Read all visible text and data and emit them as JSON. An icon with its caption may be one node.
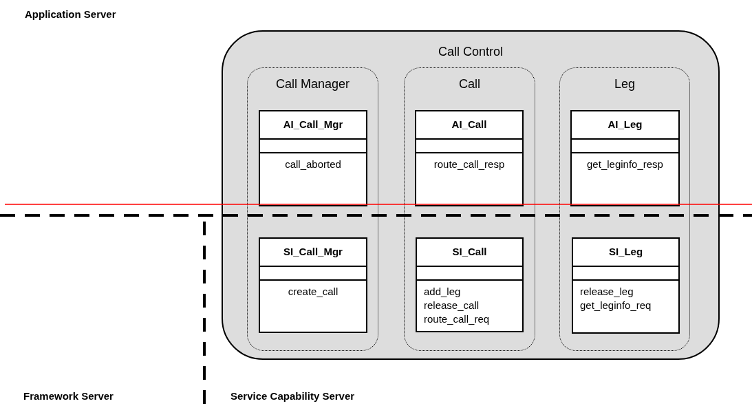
{
  "diagram": {
    "nodes": [
      {
        "text": [
          "Call Control"
        ]
      },
      {
        "text": [
          "Call Manager"
        ],
        "in": 0
      },
      {
        "text": [
          "AI_Call_Mgr",
          "call_aborted"
        ],
        "in": 1
      },
      {
        "text": [
          "SI_Call_Mgr",
          "create_call"
        ],
        "in": 1
      },
      {
        "text": [
          "Call"
        ],
        "in": 0
      },
      {
        "text": [
          "AI_Call",
          "route_call_resp"
        ],
        "in": 4
      },
      {
        "text": [
          "SI_Call",
          "add_leg",
          "release_call",
          "route_call_req"
        ],
        "in": 4
      },
      {
        "text": [
          "Leg"
        ],
        "in": 0
      },
      {
        "text": [
          "AI_Leg",
          "get_leginfo_resp"
        ],
        "in": 7
      },
      {
        "text": [
          "SI_Leg",
          "release_leg",
          "get_leginfo_req"
        ],
        "in": 7
      }
    ],
    "edges": [],
    "labels": [
      "Application Server",
      "Framework Server",
      "Service Capability Server"
    ]
  }
}
